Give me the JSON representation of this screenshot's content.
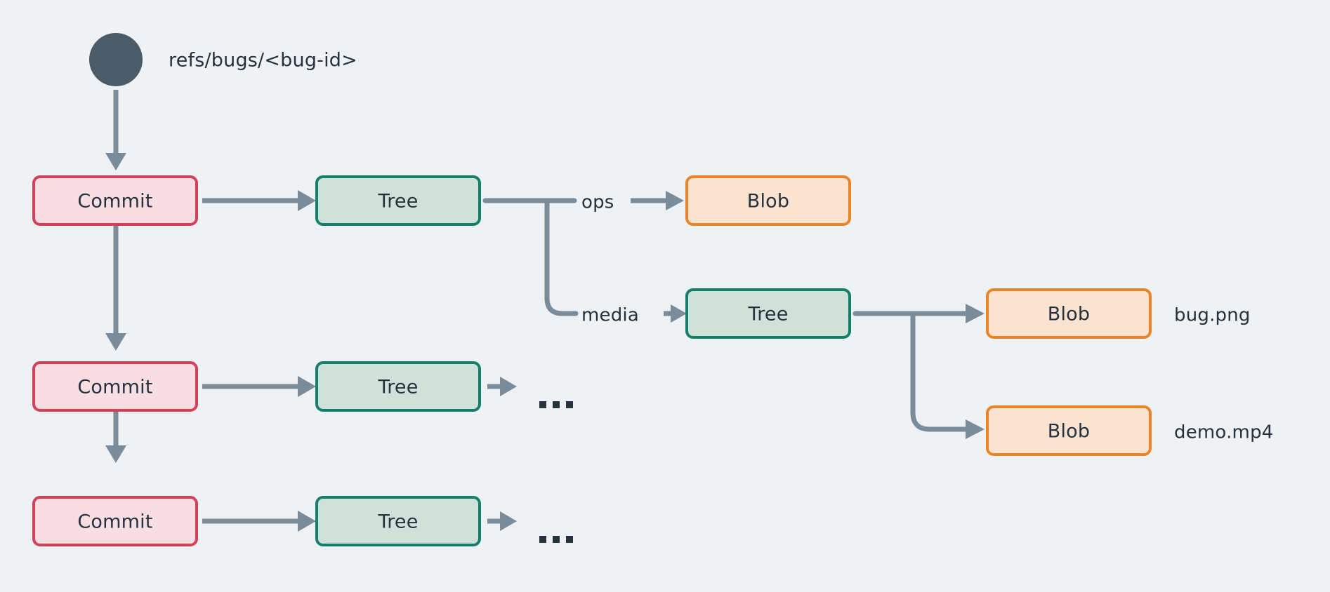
{
  "diagram": {
    "title": "git-object-graph",
    "background_color": "#eef2f5",
    "ref": {
      "label": "refs/bugs/<bug-id>",
      "dot_color": "#4b5b68"
    },
    "colors": {
      "commit_border": "#d4405a",
      "commit_fill": "#f8dee2",
      "tree_border": "#14806a",
      "tree_fill": "#d0e1da",
      "blob_border": "#e8842a",
      "blob_fill": "#fbe3d2",
      "edge": "#7a8b9a",
      "text": "#26323d"
    },
    "nodes": {
      "commit_1": "Commit",
      "commit_2": "Commit",
      "commit_3": "Commit",
      "tree_root_1": "Tree",
      "tree_root_2": "Tree",
      "tree_root_3": "Tree",
      "tree_media": "Tree",
      "blob_ops": "Blob",
      "blob_bug": "Blob",
      "blob_demo": "Blob"
    },
    "edge_labels": {
      "ops": "ops",
      "media": "media"
    },
    "file_labels": {
      "bug_png": "bug.png",
      "demo_mp4": "demo.mp4"
    },
    "ellipsis": {
      "row_2": "...",
      "row_3": "..."
    }
  }
}
